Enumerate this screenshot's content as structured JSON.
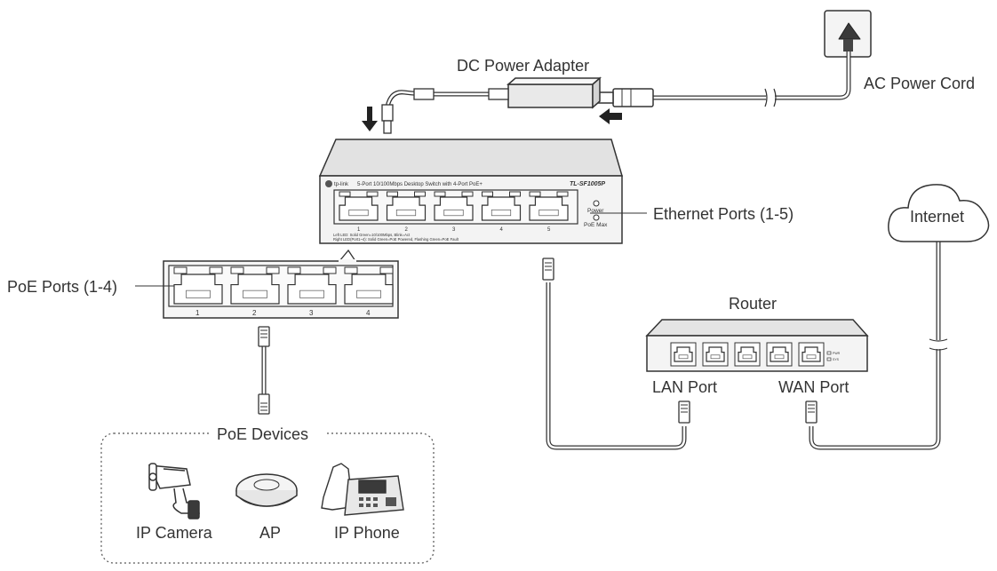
{
  "labels": {
    "dc_power_adapter": "DC Power Adapter",
    "ac_power_cord": "AC Power Cord",
    "ethernet_ports": "Ethernet Ports (1-5)",
    "internet": "Internet",
    "poe_ports": "PoE Ports (1-4)",
    "router": "Router",
    "lan_port": "LAN Port",
    "wan_port": "WAN Port",
    "poe_devices": "PoE Devices",
    "ip_camera": "IP Camera",
    "ap": "AP",
    "ip_phone": "IP Phone"
  },
  "switch": {
    "brand": "tp-link",
    "description": "5-Port 10/100Mbps Desktop Switch with 4-Port PoE+",
    "model": "TL-SF1005P",
    "port_numbers": [
      "1",
      "2",
      "3",
      "4",
      "5"
    ],
    "led_power": "Power",
    "led_poe_max": "PoE Max",
    "legend_left": "Left LED:  Solid Green=10/100Mbps, Blink=Act",
    "legend_right": "Right LED(Port1~4):  Solid Green=PoE Powered, Flashing Green=PoE Fault"
  },
  "poe_panel": {
    "port_numbers": [
      "1",
      "2",
      "3",
      "4"
    ]
  },
  "router_panel": {
    "led_labels": [
      "PWR",
      "SYS"
    ]
  }
}
